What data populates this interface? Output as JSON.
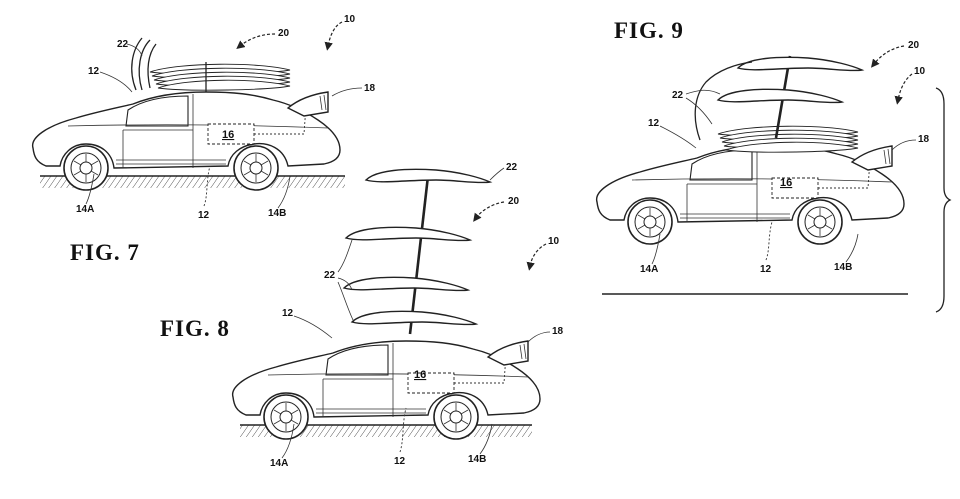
{
  "figures": [
    {
      "title": "FIG. 7",
      "refs": {
        "wings": "22",
        "system": "20",
        "vehicle": "10",
        "body": "12",
        "spoiler": "18",
        "box": "16",
        "front_wheel": "14A",
        "rear_wheel": "14B",
        "underbody": "12"
      }
    },
    {
      "title": "FIG. 8",
      "refs": {
        "top_wing": "22",
        "system": "20",
        "vehicle": "10",
        "wings": "22",
        "body": "12",
        "spoiler": "18",
        "box": "16",
        "front_wheel": "14A",
        "rear_wheel": "14B",
        "underbody": "12"
      }
    },
    {
      "title": "FIG. 9",
      "refs": {
        "system": "20",
        "vehicle": "10",
        "wings": "22",
        "body": "12",
        "spoiler": "18",
        "box": "16",
        "front_wheel": "14A",
        "rear_wheel": "14B",
        "underbody": "12"
      }
    }
  ],
  "colors": {
    "ink": "#222222",
    "paper": "#ffffff"
  }
}
